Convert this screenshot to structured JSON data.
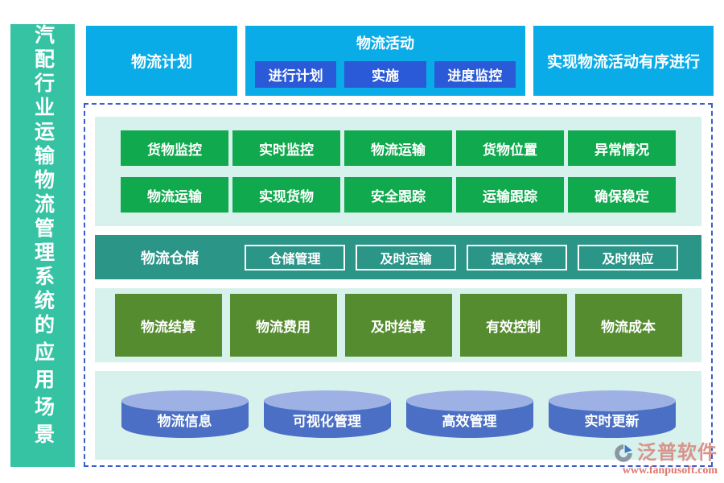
{
  "sidebar": {
    "title_col1": "汽配行业运输物流管理系统",
    "title_col2": "的应用场景"
  },
  "header": {
    "plan": "物流计划",
    "activity_title": "物流活动",
    "activity_buttons": [
      "进行计划",
      "实施",
      "进度监控"
    ],
    "outcome": "实现物流活动有序进行"
  },
  "monitoring": {
    "row1": [
      "货物监控",
      "实时监控",
      "物流运输",
      "货物位置",
      "异常情况"
    ],
    "row2": [
      "物流运输",
      "实现货物",
      "安全跟踪",
      "运输跟踪",
      "确保稳定"
    ]
  },
  "warehouse": {
    "label": "物流仓储",
    "buttons": [
      "仓储管理",
      "及时运输",
      "提高效率",
      "及时供应"
    ]
  },
  "settlement": {
    "boxes": [
      "物流结算",
      "物流费用",
      "及时结算",
      "有效控制",
      "物流成本"
    ]
  },
  "information": {
    "cylinders": [
      "物流信息",
      "可视化管理",
      "高效管理",
      "实时更新"
    ]
  },
  "watermark": {
    "brand": "泛普软件",
    "url": "www.fanpusoft.com"
  },
  "colors": {
    "sidebar_teal": "#35c3a4",
    "header_blue": "#0aace8",
    "sub_button_blue": "#2a5ad7",
    "panel_mint": "#d7f1ec",
    "button_green": "#10a94e",
    "warehouse_teal": "#2b9588",
    "settlement_green": "#568c30",
    "cylinder_body": "#4a6fc4",
    "cylinder_top": "#9db1e4",
    "dashed_border": "#3a5ecf",
    "watermark_red": "#e2776a"
  }
}
